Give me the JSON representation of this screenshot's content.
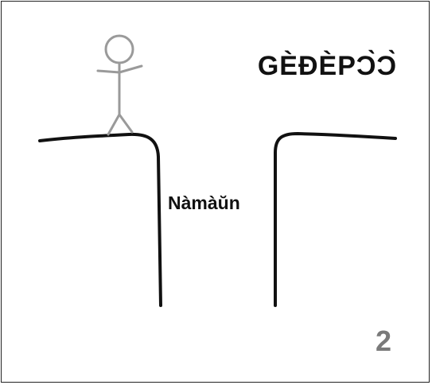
{
  "panel": {
    "word": "GÈĐÈPϽ̀Ͻ̀",
    "gap_label": "Nàmàŭn",
    "page_number": "2"
  },
  "colors": {
    "figure": "#9a9a9a",
    "ground": "#111111",
    "text": "#111111",
    "page_number": "#7a7a7a",
    "border": "#222222"
  },
  "icons": {
    "figure": "stick-figure-icon"
  }
}
